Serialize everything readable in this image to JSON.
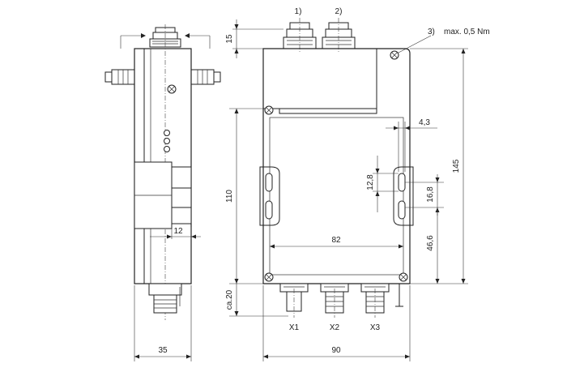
{
  "diagram": {
    "callouts": {
      "c1": "1)",
      "c2": "2)",
      "c3": "3)",
      "torque": "max. 0,5 Nm"
    },
    "dimensions": {
      "d15": "15",
      "d145": "145",
      "d110": "110",
      "d43": "4,3",
      "d128": "12,8",
      "d168": "16,8",
      "d466": "46,6",
      "d82": "82",
      "d12": "12",
      "dca20": "ca.20",
      "d35": "35",
      "d90": "90"
    },
    "ports": {
      "x1": "X1",
      "x2": "X2",
      "x3": "X3"
    }
  }
}
